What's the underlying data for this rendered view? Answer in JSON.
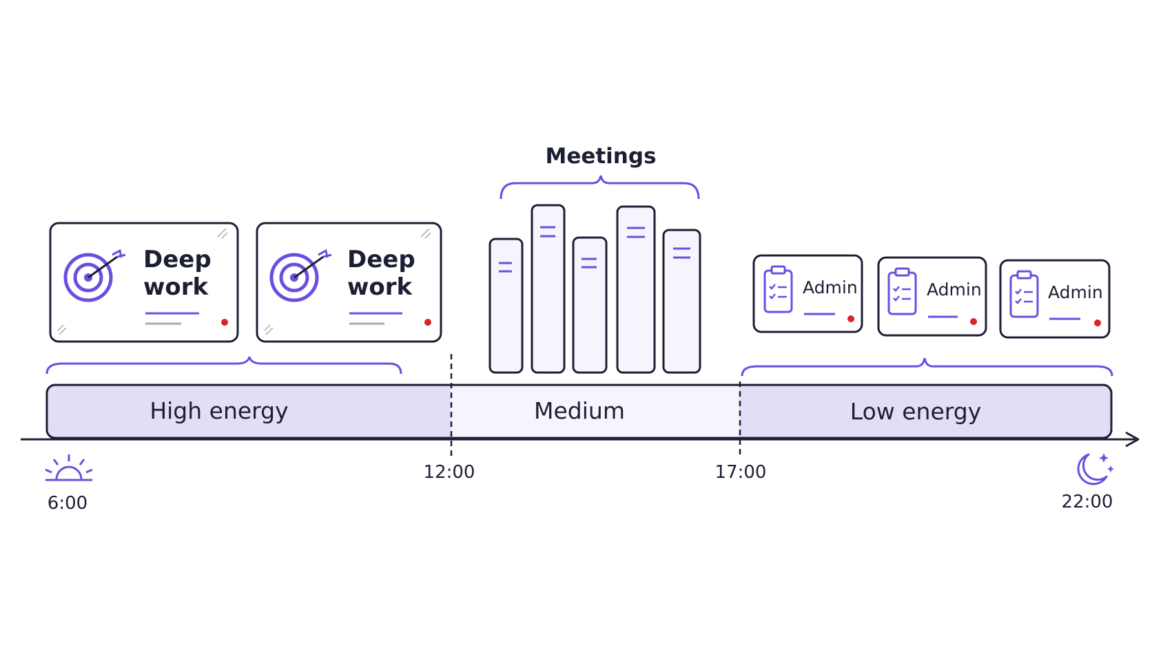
{
  "colors": {
    "ink": "#1c1f33",
    "accent": "#6b4ee0",
    "lavender_fill": "#e3ddf7",
    "pale_fill": "#f6f4fd",
    "card_fill": "#ffffff",
    "gray_line": "#a8a8b0",
    "red_dot": "#d7262c"
  },
  "timeline": {
    "times": [
      {
        "label": "6:00",
        "icon": "sunrise-icon"
      },
      {
        "label": "12:00"
      },
      {
        "label": "17:00"
      },
      {
        "label": "22:00",
        "icon": "moon-stars-icon"
      }
    ],
    "zones": [
      {
        "label": "High energy",
        "fill": "#e3ddf7"
      },
      {
        "label": "Medium",
        "fill": "#f6f4fd"
      },
      {
        "label": "Low energy",
        "fill": "#e3ddf7"
      }
    ]
  },
  "deep_work": {
    "cards": [
      {
        "line1": "Deep",
        "line2": "work",
        "icon": "target-arrow-icon"
      },
      {
        "line1": "Deep",
        "line2": "work",
        "icon": "target-arrow-icon"
      }
    ]
  },
  "meetings": {
    "label": "Meetings",
    "block_count": 5
  },
  "admin": {
    "cards": [
      {
        "label": "Admin",
        "icon": "clipboard-checklist-icon"
      },
      {
        "label": "Admin",
        "icon": "clipboard-checklist-icon"
      },
      {
        "label": "Admin",
        "icon": "clipboard-checklist-icon"
      }
    ]
  }
}
